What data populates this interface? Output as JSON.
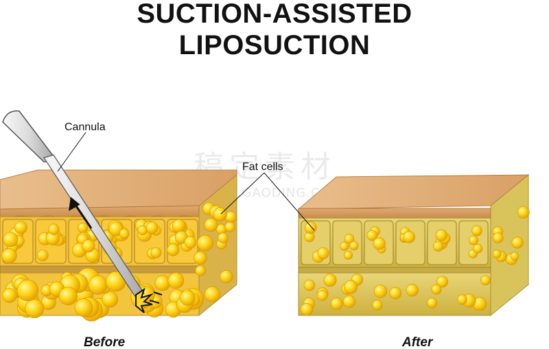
{
  "title": {
    "line1": "SUCTION-ASSISTED",
    "line2": "LIPOSUCTION"
  },
  "labels": {
    "cannula": "Cannula",
    "fat_cells": "Fat cells"
  },
  "captions": {
    "before": "Before",
    "after": "After"
  },
  "watermark": {
    "cn": "稿定素材",
    "en": "SUCAI.GAODING.COM"
  },
  "colors": {
    "skin_top": "#e8b985",
    "skin_front": "#d69a5c",
    "fat_light": "#ffe23a",
    "fat_dark": "#e7a800",
    "tissue_after": "#e0c860",
    "cannula": "#d9d9d9"
  }
}
